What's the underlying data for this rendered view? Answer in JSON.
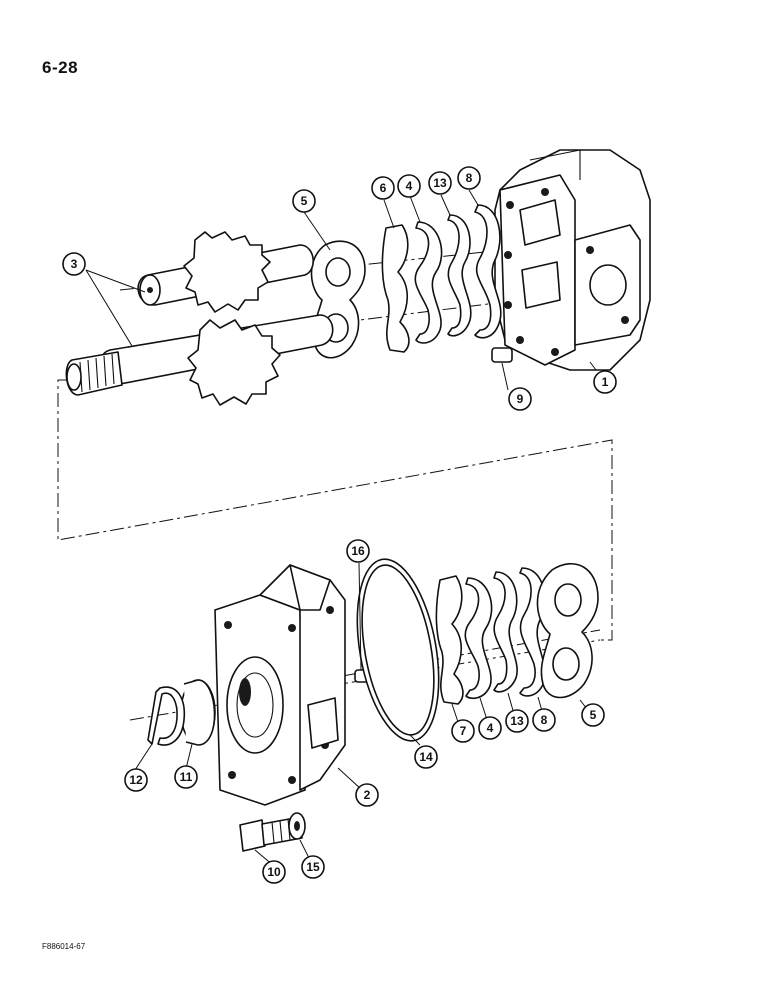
{
  "page": {
    "page_number": "6-28",
    "figure_code": "F886014-67"
  },
  "callouts": {
    "c1": "1",
    "c2": "2",
    "c3": "3",
    "c4a": "4",
    "c4b": "4",
    "c5a": "5",
    "c5b": "5",
    "c6": "6",
    "c7": "7",
    "c8a": "8",
    "c8b": "8",
    "c9": "9",
    "c10": "10",
    "c11": "11",
    "c12": "12",
    "c13a": "13",
    "c13b": "13",
    "c14": "14",
    "c15": "15",
    "c16": "16"
  }
}
